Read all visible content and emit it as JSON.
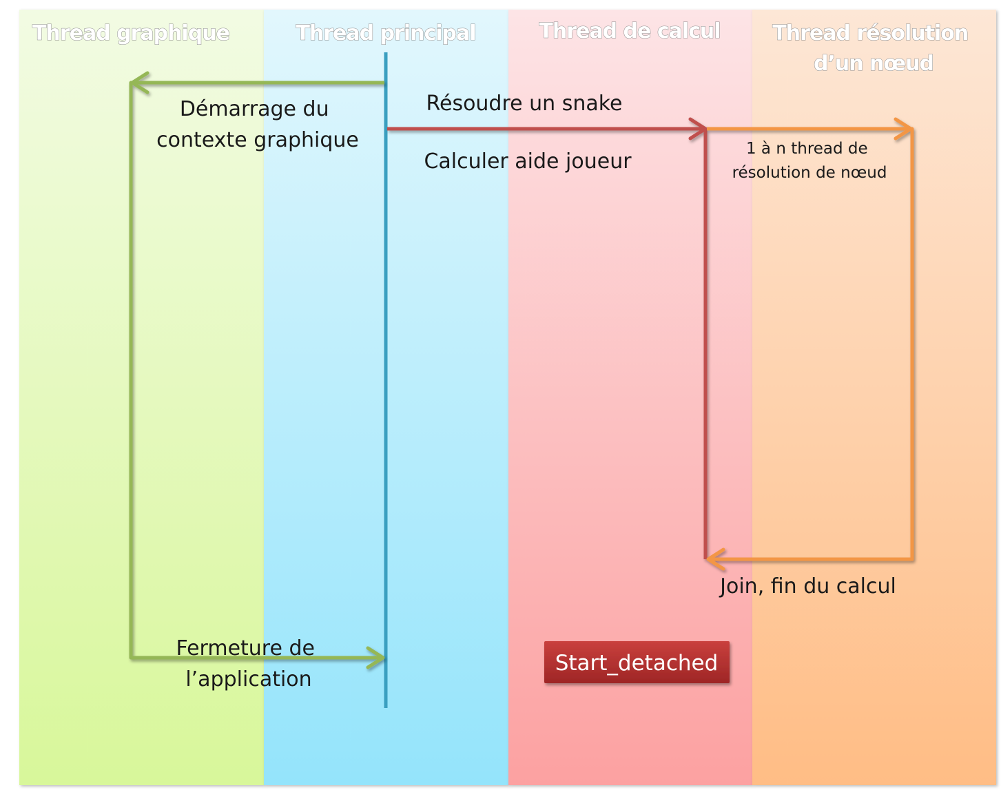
{
  "lanes": [
    {
      "title_lines": [
        "Thread graphique"
      ],
      "color_top": "#f2fbe3",
      "color_bottom": "#d8f79a"
    },
    {
      "title_lines": [
        "Thread principal"
      ],
      "color_top": "#e2f7fd",
      "color_bottom": "#94e4fb"
    },
    {
      "title_lines": [
        "Thread de calcul"
      ],
      "color_top": "#fde4e6",
      "color_bottom": "#fca1a1"
    },
    {
      "title_lines": [
        "Thread résolution",
        "d’un nœud"
      ],
      "color_top": "#fde7d6",
      "color_bottom": "#ffbd85"
    }
  ],
  "messages": {
    "graphic_start": [
      "Démarrage du",
      "contexte graphique"
    ],
    "solve_snake": "Résoudre un snake",
    "player_help": "Calculer aide joueur",
    "node_threads": [
      "1 à n thread de",
      "résolution de nœud"
    ],
    "join": "Join, fin du calcul",
    "app_close": [
      "Fermeture de",
      "l’application"
    ]
  },
  "legend": {
    "label": "Start_detached",
    "color": "#b83232"
  },
  "colors": {
    "main_line": "#3a9fc0",
    "graphic_arrow": "#95b757",
    "compute_arrow": "#c0504d",
    "node_arrow": "#f39645"
  }
}
